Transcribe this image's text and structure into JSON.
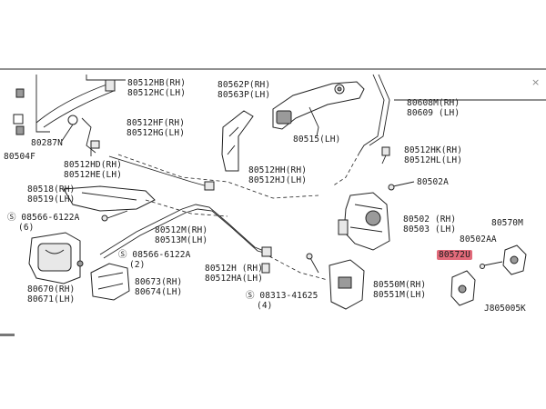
{
  "labels": [
    {
      "id": "80512hb",
      "lines": [
        "80512HB(RH)",
        "80512HC(LH)"
      ]
    },
    {
      "id": "80562p",
      "lines": [
        "80562P(RH)",
        "80563P(LH)"
      ]
    },
    {
      "id": "80608m",
      "lines": [
        "80608M(RH)",
        "80609   (LH)"
      ]
    },
    {
      "id": "80512hf",
      "lines": [
        "80512HF(RH)",
        "80512HG(LH)"
      ]
    },
    {
      "id": "80287n",
      "lines": [
        "80287N"
      ]
    },
    {
      "id": "80504f",
      "lines": [
        "80504F"
      ]
    },
    {
      "id": "80515",
      "lines": [
        "80515(LH)"
      ]
    },
    {
      "id": "80512hk",
      "lines": [
        "80512HK(RH)",
        "80512HL(LH)"
      ]
    },
    {
      "id": "80512hd",
      "lines": [
        "80512HD(RH)",
        "80512HE(LH)"
      ]
    },
    {
      "id": "80512hh",
      "lines": [
        "80512HH(RH)",
        "80512HJ(LH)"
      ]
    },
    {
      "id": "80502a",
      "lines": [
        "80502A"
      ]
    },
    {
      "id": "80518",
      "lines": [
        "80518(RH)",
        "80519(LH)"
      ]
    },
    {
      "id": "08566a",
      "lines": [
        "Ⓢ 08566-6122A",
        "(6)"
      ]
    },
    {
      "id": "80502",
      "lines": [
        "80502 (RH)",
        "80503 (LH)"
      ]
    },
    {
      "id": "80570m",
      "lines": [
        "80570M"
      ]
    },
    {
      "id": "80512m",
      "lines": [
        "80512M(RH)",
        "80513M(LH)"
      ]
    },
    {
      "id": "80502aa",
      "lines": [
        "80502AA"
      ]
    },
    {
      "id": "08566b",
      "lines": [
        "Ⓢ 08566-6122A",
        "(2)"
      ]
    },
    {
      "id": "80572u",
      "lines": [
        "80572U"
      ]
    },
    {
      "id": "80512h",
      "lines": [
        "80512H  (RH)",
        "80512HA(LH)"
      ]
    },
    {
      "id": "80670",
      "lines": [
        "80670(RH)",
        "80671(LH)"
      ]
    },
    {
      "id": "80673",
      "lines": [
        "80673(RH)",
        "80674(LH)"
      ]
    },
    {
      "id": "80550m",
      "lines": [
        "80550M(RH)",
        "80551M(LH)"
      ]
    },
    {
      "id": "08313",
      "lines": [
        "Ⓢ 08313-41625",
        "(4)"
      ]
    }
  ],
  "reference": "J805005K",
  "close_glyph": "×",
  "highlight_color": "#e26a7a"
}
